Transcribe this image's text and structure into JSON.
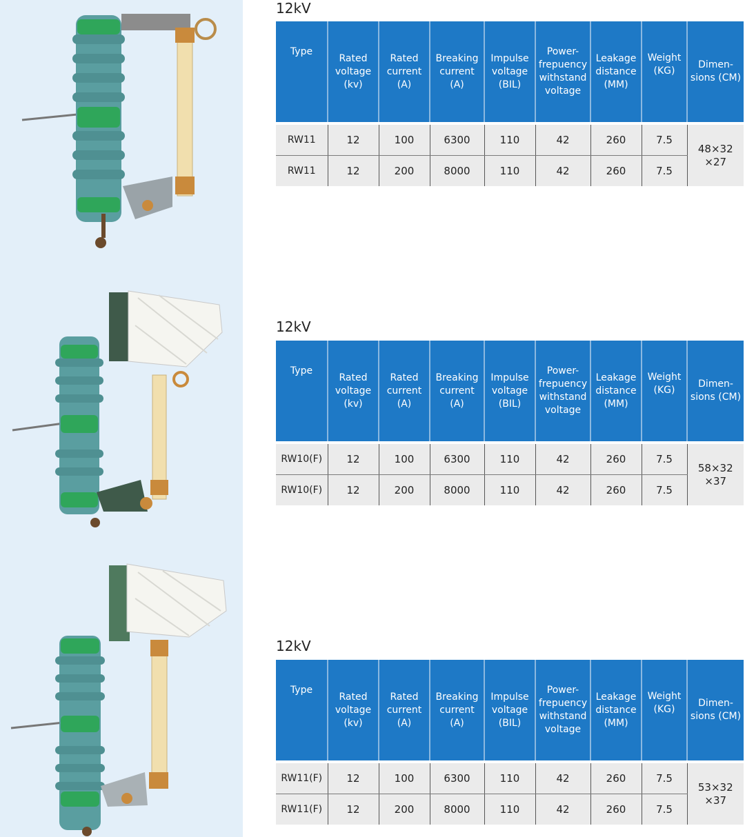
{
  "headers": {
    "type": "Type",
    "rated_voltage": "Rated voltage (kv)",
    "rated_current": "Rated current (A)",
    "breaking_current": "Breaking current (A)",
    "impulse_voltage": "Impulse voltage (BIL)",
    "power_frequency": "Power- frepuency withstand voltage",
    "leakage_distance": "Leakage distance (MM)",
    "weight": "Weight (KG)",
    "dimensions": "Dimen- sions (CM)"
  },
  "sections": [
    {
      "title": "12kV",
      "rows": [
        {
          "type": "RW11",
          "rated_voltage": "12",
          "rated_current": "100",
          "breaking_current": "6300",
          "impulse_voltage": "110",
          "power_frequency": "42",
          "leakage_distance": "260",
          "weight": "7.5"
        },
        {
          "type": "RW11",
          "rated_voltage": "12",
          "rated_current": "200",
          "breaking_current": "8000",
          "impulse_voltage": "110",
          "power_frequency": "42",
          "leakage_distance": "260",
          "weight": "7.5"
        }
      ],
      "dimensions": "48×32 ×27"
    },
    {
      "title": "12kV",
      "rows": [
        {
          "type": "RW10(F)",
          "rated_voltage": "12",
          "rated_current": "100",
          "breaking_current": "6300",
          "impulse_voltage": "110",
          "power_frequency": "42",
          "leakage_distance": "260",
          "weight": "7.5"
        },
        {
          "type": "RW10(F)",
          "rated_voltage": "12",
          "rated_current": "200",
          "breaking_current": "8000",
          "impulse_voltage": "110",
          "power_frequency": "42",
          "leakage_distance": "260",
          "weight": "7.5"
        }
      ],
      "dimensions": "58×32 ×37"
    },
    {
      "title": "12kV",
      "rows": [
        {
          "type": "RW11(F)",
          "rated_voltage": "12",
          "rated_current": "100",
          "breaking_current": "6300",
          "impulse_voltage": "110",
          "power_frequency": "42",
          "leakage_distance": "260",
          "weight": "7.5"
        },
        {
          "type": "RW11(F)",
          "rated_voltage": "12",
          "rated_current": "200",
          "breaking_current": "8000",
          "impulse_voltage": "110",
          "power_frequency": "42",
          "leakage_distance": "260",
          "weight": "7.5"
        }
      ],
      "dimensions": "53×32 ×37"
    }
  ],
  "colors": {
    "header_bg": "#1e79c6",
    "row_bg": "#ebebeb",
    "left_panel_bg": "#e3eff9",
    "insulator": "#5a9ea0",
    "insulator_band": "#2fa65a",
    "fuse_tube": "#f1dfae",
    "arc_chute": "#f5f5f0"
  }
}
